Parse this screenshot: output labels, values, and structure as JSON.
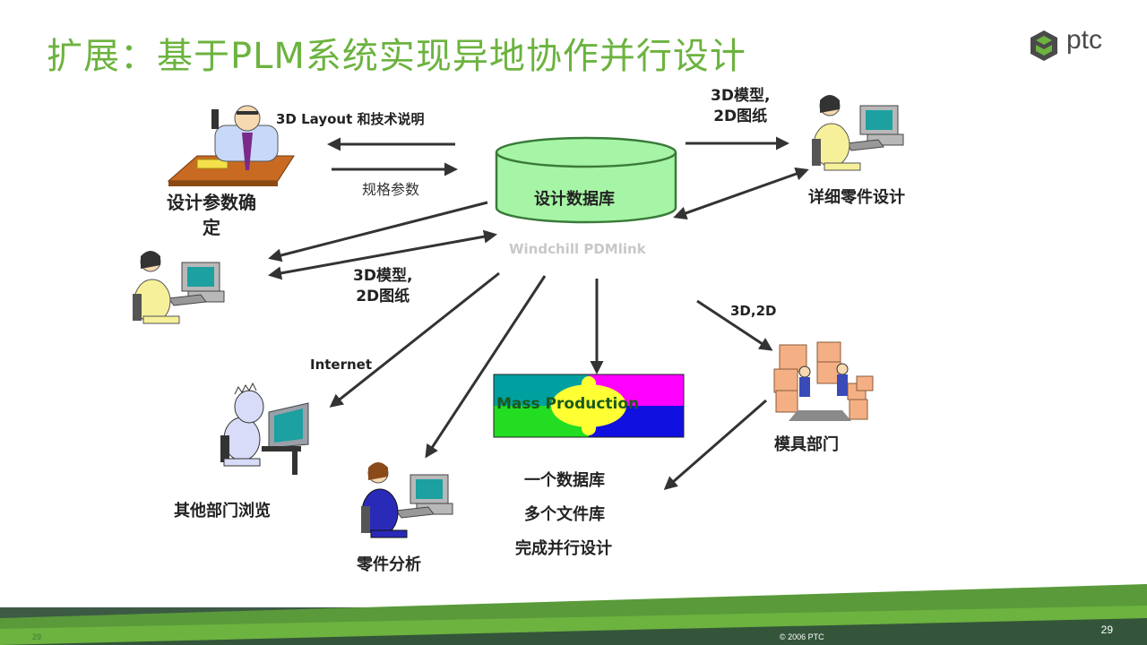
{
  "title": "扩展：基于PLM系统实现异地协作并行设计",
  "brand": {
    "logo_text": "ptc",
    "accent": "#6cb33f"
  },
  "database": {
    "label": "设计数据库",
    "sublabel": "Windchill PDMlink",
    "fill": "#a6f5a6"
  },
  "nodes": {
    "param": "设计参数确\n定",
    "detail": "详细零件设计",
    "mold": "模具部门",
    "browse": "其他部门浏览",
    "analysis": "零件分析"
  },
  "edge_labels": {
    "layout": "3D Layout 和技术说明",
    "spec": "规格参数",
    "model_top": "3D模型,\n2D图纸",
    "model_left": "3D模型,\n2D图纸",
    "threed2d": "3D,2D",
    "internet": "Internet"
  },
  "mass_production": "Mass Production",
  "summary": [
    "一个数据库",
    "多个文件库",
    "完成并行设计"
  ],
  "footer": {
    "page": "29",
    "copyright": "© 2006 PTC",
    "left_num": "29"
  }
}
